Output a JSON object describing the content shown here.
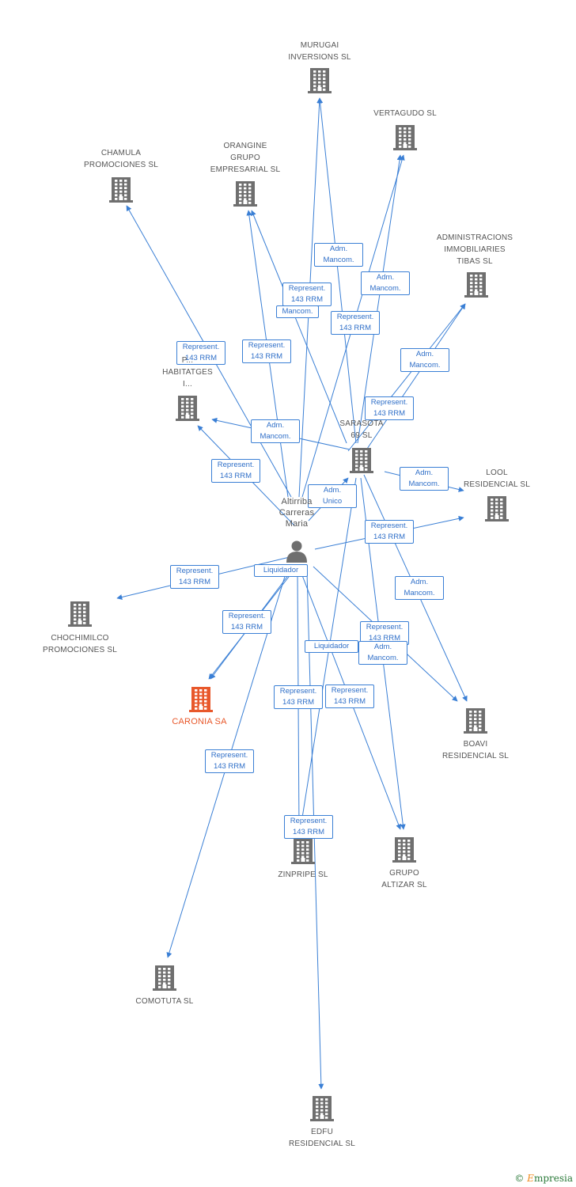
{
  "colors": {
    "edge": "#3a7fd5",
    "company_icon": "#6f6f6f",
    "focus_icon": "#e8582b",
    "person_icon": "#6f6f6f"
  },
  "nodes": [
    {
      "id": "murugai",
      "label": "MURUGAI\nINVERSIONS SL",
      "type": "company-icon"
    },
    {
      "id": "vertagudo",
      "label": "VERTAGUDO SL",
      "type": "company-icon"
    },
    {
      "id": "chamula",
      "label": "CHAMULA\nPROMOCIONES SL",
      "type": "company-icon"
    },
    {
      "id": "orangine",
      "label": "ORANGINE\nGRUPO\nEMPRESARIAL SL",
      "type": "company-icon"
    },
    {
      "id": "admin_tibas",
      "label": "ADMINISTRACIONS\nIMMOBILIARIES\nTIBAS SL",
      "type": "company-icon"
    },
    {
      "id": "habitatges",
      "label": "P...\nHABITATGES\nI...",
      "type": "company-icon"
    },
    {
      "id": "sarasota",
      "label": "SARASOTA\n69 SL",
      "type": "company-icon"
    },
    {
      "id": "lool",
      "label": "LOOL\nRESIDENCIAL SL",
      "type": "company-icon"
    },
    {
      "id": "person",
      "label": "Altirriba\nCarreras\nMaria",
      "type": "person-icon"
    },
    {
      "id": "chochimilco",
      "label": "CHOCHIMILCO\nPROMOCIONES SL",
      "type": "company-icon"
    },
    {
      "id": "caronia",
      "label": "CARONIA SA",
      "type": "focus-company-icon"
    },
    {
      "id": "boavi",
      "label": "BOAVI\nRESIDENCIAL SL",
      "type": "company-icon"
    },
    {
      "id": "zinpripe",
      "label": "ZINPRIPE SL",
      "type": "company-icon"
    },
    {
      "id": "altizar",
      "label": "GRUPO\nALTIZAR SL",
      "type": "company-icon"
    },
    {
      "id": "comotuta",
      "label": "COMOTUTA SL",
      "type": "company-icon"
    },
    {
      "id": "edfu",
      "label": "EDFU\nRESIDENCIAL SL",
      "type": "company-icon"
    }
  ],
  "edges": [
    {
      "from": "person",
      "to": "murugai",
      "label": "Represent.\n143 RRM"
    },
    {
      "from": "sarasota",
      "to": "murugai",
      "label": "Adm.\nMancom."
    },
    {
      "from": "person",
      "to": "vertagudo",
      "label": "Adm.\nMancom."
    },
    {
      "from": "sarasota",
      "to": "vertagudo",
      "label": "Represent.\n143 RRM"
    },
    {
      "from": "person",
      "to": "chamula",
      "label": "Represent.\n143 RRM"
    },
    {
      "from": "person",
      "to": "orangine",
      "label": "Represent.\n143 RRM"
    },
    {
      "from": "sarasota",
      "to": "orangine",
      "label": "Mancom."
    },
    {
      "from": "sarasota",
      "to": "admin_tibas",
      "label": "Adm.\nMancom."
    },
    {
      "from": "person",
      "to": "admin_tibas",
      "label": "Represent.\n143 RRM"
    },
    {
      "from": "sarasota",
      "to": "habitatges",
      "label": "Adm.\nMancom."
    },
    {
      "from": "person",
      "to": "habitatges",
      "label": "Represent.\n143 RRM"
    },
    {
      "from": "person",
      "to": "sarasota",
      "label": "Adm.\nUnico"
    },
    {
      "from": "sarasota",
      "to": "lool",
      "label": "Adm.\nMancom."
    },
    {
      "from": "person",
      "to": "lool",
      "label": "Represent.\n143 RRM"
    },
    {
      "from": "person",
      "to": "chochimilco",
      "label": "Represent.\n143 RRM"
    },
    {
      "from": "person",
      "to": "caronia",
      "label": "Liquidador"
    },
    {
      "from": "person",
      "to": "caronia",
      "label": "Represent.\n143 RRM"
    },
    {
      "from": "sarasota",
      "to": "boavi",
      "label": "Adm.\nMancom."
    },
    {
      "from": "person",
      "to": "boavi",
      "label": "Represent.\n143 RRM"
    },
    {
      "from": "person",
      "to": "zinpripe",
      "label": "Represent.\n143 RRM"
    },
    {
      "from": "sarasota",
      "to": "zinpripe",
      "label": "Liquidador"
    },
    {
      "from": "person",
      "to": "altizar",
      "label": "Represent.\n143 RRM"
    },
    {
      "from": "sarasota",
      "to": "altizar",
      "label": "Adm.\nMancom."
    },
    {
      "from": "person",
      "to": "comotuta",
      "label": "Represent.\n143 RRM"
    },
    {
      "from": "person",
      "to": "edfu",
      "label": "Represent.\n143 RRM"
    }
  ],
  "footer": {
    "copyright": "©",
    "brand_e": "E",
    "brand_rest": "mpresia"
  }
}
